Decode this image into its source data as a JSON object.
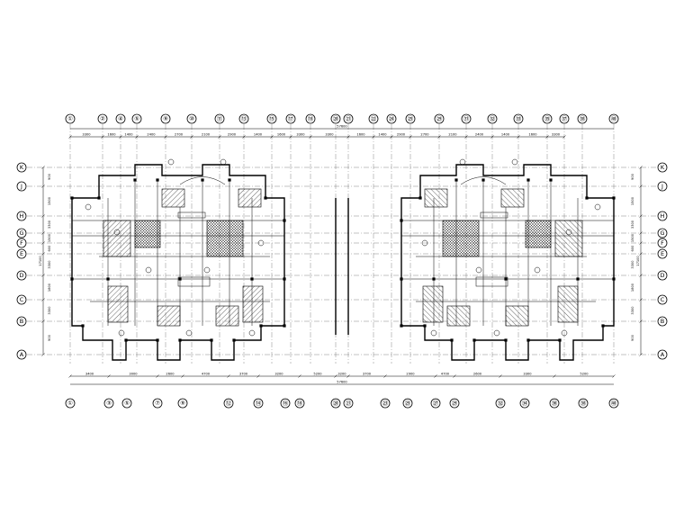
{
  "drawing": {
    "top_axes": [
      "①",
      "②",
      "④",
      "⑤",
      "⑨",
      "⑩",
      "⑪",
      "⑬",
      "⑮",
      "⑰",
      "⑱",
      "⑳",
      "㉑",
      "㉒",
      "㉔",
      "㉕",
      "㉙",
      "㉛",
      "㉜",
      "㉝",
      "㉟",
      "㊲",
      "㊳",
      "㊵"
    ],
    "bottom_axes": [
      "①",
      "③",
      "⑤",
      "⑦",
      "⑨",
      "⑫",
      "⑭",
      "⑯",
      "⑱",
      "⑳",
      "㉑",
      "㉓",
      "㉕",
      "㉗",
      "㉙",
      "㉜",
      "㉞",
      "㊱",
      "㊳",
      "㊵"
    ],
    "row_axes": [
      "K",
      "J",
      "H",
      "G",
      "F",
      "E",
      "D",
      "C",
      "B",
      "A"
    ],
    "top_dims": [
      "3300",
      "1600",
      "1400",
      "2400",
      "2700",
      "2100",
      "2900",
      "1400",
      "1600",
      "3300",
      "3300",
      "1600",
      "1400",
      "2900",
      "2700",
      "2100",
      "2400",
      "1400",
      "1600",
      "3300"
    ],
    "top_total": "57600",
    "bottom_dims": [
      "3400",
      "3000",
      "2600",
      "4700",
      "3700",
      "3200",
      "5200",
      "3200",
      "3700",
      "2900",
      "4700",
      "2600",
      "3300",
      "5200"
    ],
    "bottom_total": "57600",
    "side_total_left": "17100",
    "side_total_right": "17100",
    "side_dims": [
      "900",
      "1500",
      "3300",
      "1500",
      "600",
      "3300",
      "1800",
      "3300",
      "900"
    ],
    "colors": {
      "line": "#000000",
      "background": "#ffffff",
      "grid": "#555555"
    }
  }
}
